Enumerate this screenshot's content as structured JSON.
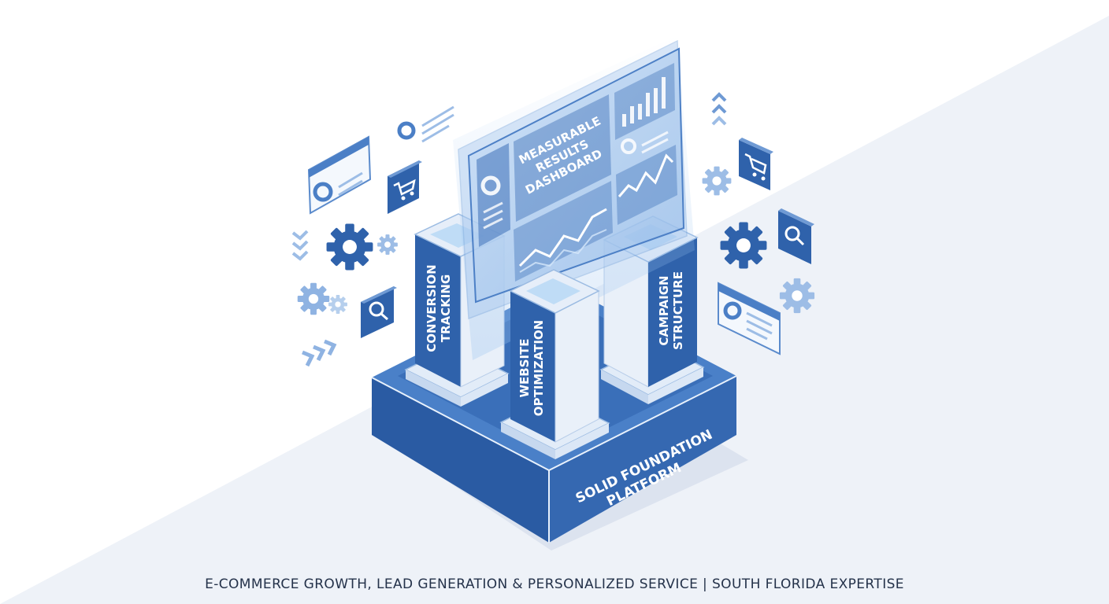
{
  "dashboard": {
    "title_lines": [
      "MEASURABLE",
      "RESULTS",
      "DASHBOARD"
    ]
  },
  "pillars": [
    {
      "lines": [
        "CONVERSION",
        "TRACKING"
      ]
    },
    {
      "lines": [
        "WEBSITE",
        "OPTIMIZATION"
      ]
    },
    {
      "lines": [
        "CAMPAIGN",
        "STRUCTURE"
      ]
    }
  ],
  "platform": {
    "lines": [
      "SOLID FOUNDATION",
      "PLATFORM"
    ]
  },
  "footer": {
    "text": "E-COMMERCE GROWTH, LEAD GENERATION & PERSONALIZED SERVICE | SOUTH FLORIDA EXPERTISE"
  },
  "colors": {
    "primary_blue": "#2e63ad",
    "light_blue": "#bcd6f2",
    "background_tint": "#eef2f8",
    "text_dark": "#24324a"
  },
  "icons": [
    "chart-window-icon",
    "donut-icon",
    "cart-icon",
    "gear-icon",
    "search-icon",
    "chevrons-icon",
    "document-window-icon",
    "line-chart-icon",
    "bar-chart-icon"
  ]
}
